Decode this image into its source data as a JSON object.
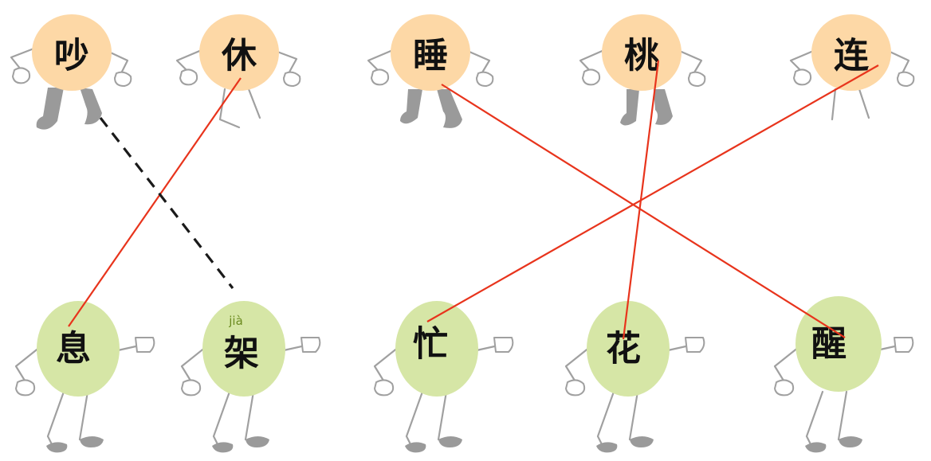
{
  "colors": {
    "top_head": "#fdd8a6",
    "bottom_head": "#d6e6a6",
    "body_gray": "#a0a0a0",
    "solid_line": "#e8341c",
    "dashed_line": "#1a1a1a",
    "pinyin": "#6b8a1f"
  },
  "top_row": [
    {
      "char": "吵"
    },
    {
      "char": "休"
    },
    {
      "char": "睡"
    },
    {
      "char": "桃"
    },
    {
      "char": "连"
    }
  ],
  "bottom_row": [
    {
      "char": "息",
      "pinyin": ""
    },
    {
      "char": "架",
      "pinyin": "jià"
    },
    {
      "char": "忙",
      "pinyin": ""
    },
    {
      "char": "花",
      "pinyin": ""
    },
    {
      "char": "醒",
      "pinyin": ""
    }
  ],
  "matches": [
    {
      "from": "休",
      "to": "息",
      "style": "solid"
    },
    {
      "from": "吵",
      "to": "架",
      "style": "dashed"
    },
    {
      "from": "睡",
      "to": "醒",
      "style": "solid"
    },
    {
      "from": "桃",
      "to": "花",
      "style": "solid"
    },
    {
      "from": "连",
      "to": "忙",
      "style": "solid"
    }
  ]
}
